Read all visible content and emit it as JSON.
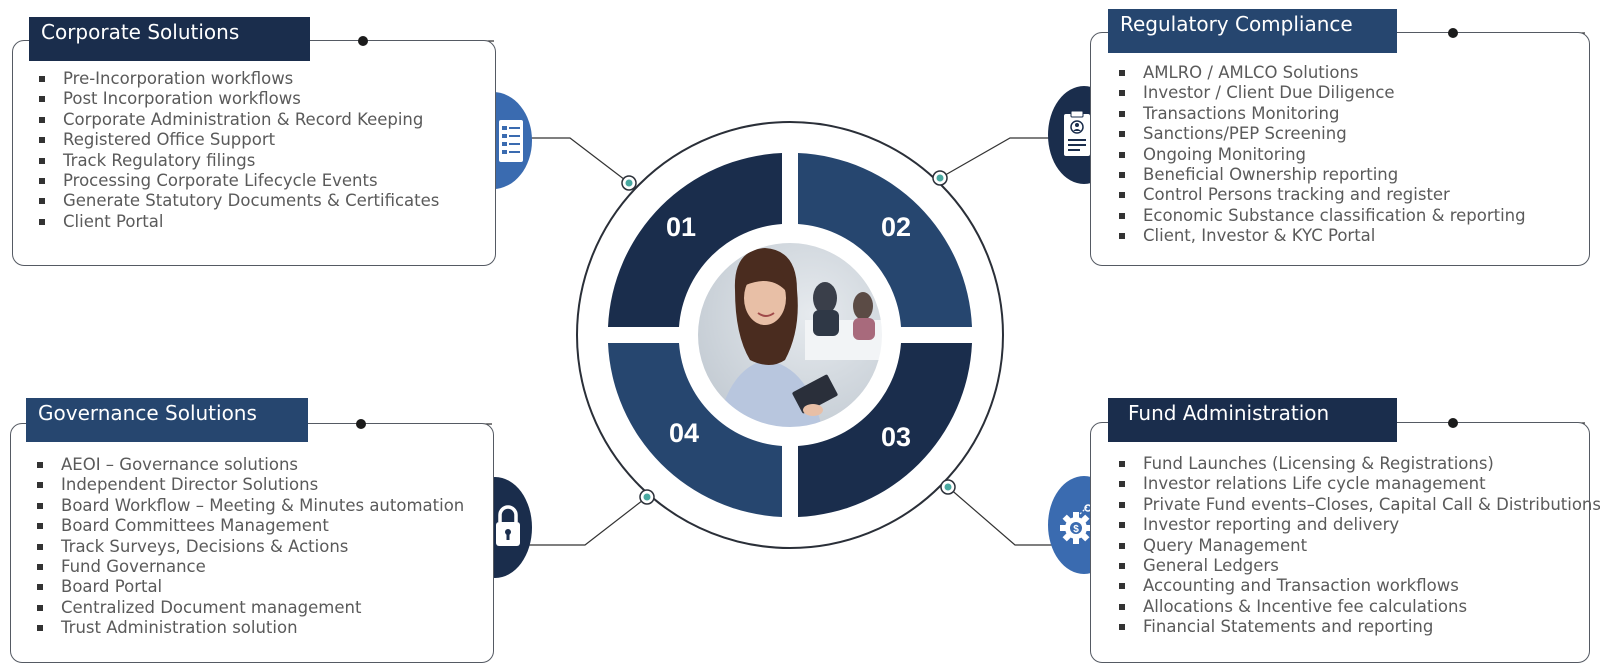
{
  "colors": {
    "navy": "#1a2d4c",
    "blue": "#26466f",
    "accent_blue": "#3a6bb0",
    "teal": "#49a9a1"
  },
  "corporate": {
    "title": "Corporate Solutions",
    "icon": "document-list-icon",
    "items": [
      "Pre-Incorporation workflows",
      "Post Incorporation workflows",
      "Corporate Administration & Record Keeping",
      "Registered Office Support",
      "Track Regulatory filings",
      "Processing Corporate Lifecycle Events",
      "Generate Statutory Documents & Certificates",
      "Client Portal"
    ]
  },
  "regulatory": {
    "title": "Regulatory Compliance",
    "icon": "clipboard-id-icon",
    "items": [
      "AMLRO / AMLCO Solutions",
      "Investor / Client Due Diligence",
      "Transactions Monitoring",
      "Sanctions/PEP Screening",
      "Ongoing Monitoring",
      "Beneficial Ownership reporting",
      "Control Persons tracking and register",
      "Economic Substance classification & reporting",
      "Client, Investor & KYC Portal"
    ]
  },
  "governance": {
    "title": "Governance Solutions",
    "icon": "padlock-icon",
    "items": [
      "AEOI – Governance solutions",
      "Independent Director Solutions",
      "Board Workflow – Meeting & Minutes automation",
      "Board Committees Management",
      "Track Surveys, Decisions & Actions",
      "Fund Governance",
      "Board Portal",
      "Centralized Document management",
      "Trust Administration solution"
    ]
  },
  "fund": {
    "title": "Fund Administration",
    "icon": "gear-dollar-icon",
    "items": [
      "Fund Launches (Licensing & Registrations)",
      "Investor relations Life cycle management",
      "Private Fund events–Closes, Capital Call & Distributions",
      "Investor reporting and delivery",
      "Query Management",
      "General Ledgers",
      "Accounting and Transaction workflows",
      "Allocations & Incentive fee calculations",
      "Financial Statements and reporting"
    ]
  },
  "center": {
    "segments": [
      "01",
      "02",
      "03",
      "04"
    ],
    "photo_icon": "businesswoman-photo"
  }
}
